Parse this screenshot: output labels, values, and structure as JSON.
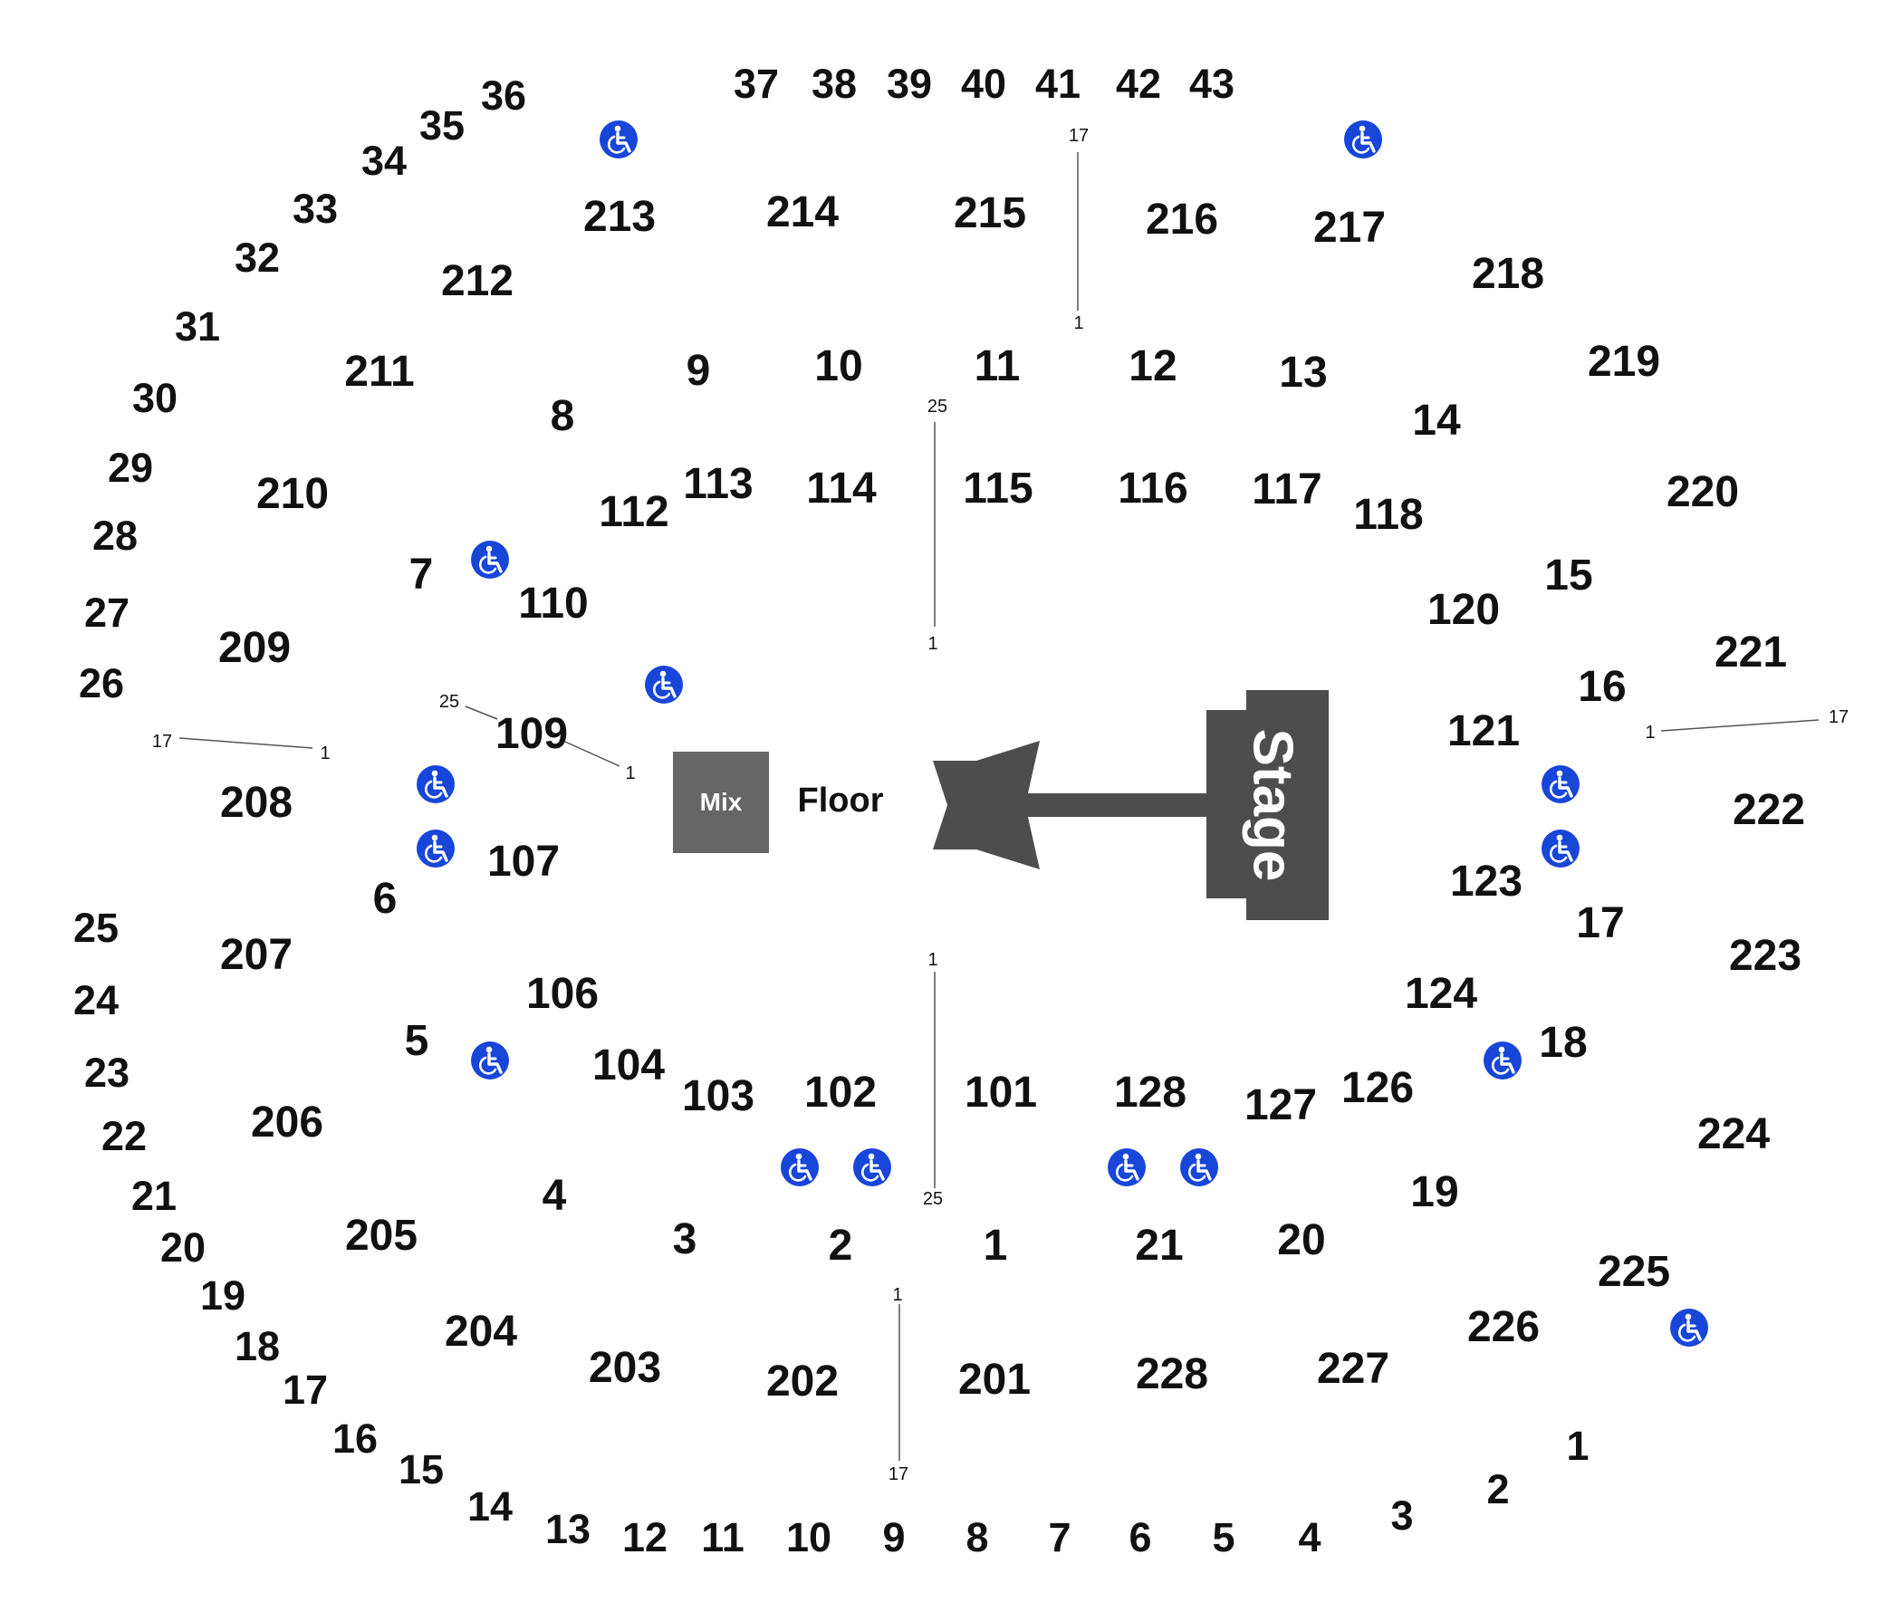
{
  "labels": {
    "stage": "Stage",
    "floor": "Floor",
    "mix": "Mix"
  },
  "colors": {
    "stage": "#4d4d4d",
    "mix": "#666666",
    "accessible": "#1846d8",
    "text": "#111111"
  },
  "icons": {
    "accessible": "wheelchair-icon"
  },
  "sections_200": [
    "201",
    "202",
    "203",
    "204",
    "205",
    "206",
    "207",
    "208",
    "209",
    "210",
    "211",
    "212",
    "213",
    "214",
    "215",
    "216",
    "217",
    "218",
    "219",
    "220",
    "221",
    "222",
    "223",
    "224",
    "225",
    "226",
    "227",
    "228"
  ],
  "sections_100": [
    "101",
    "102",
    "103",
    "104",
    "106",
    "107",
    "109",
    "110",
    "112",
    "113",
    "114",
    "115",
    "116",
    "117",
    "118",
    "120",
    "121",
    "123",
    "124",
    "126",
    "127",
    "128"
  ],
  "vomitory_numbers": [
    "1",
    "2",
    "3",
    "4",
    "5",
    "6",
    "7",
    "8",
    "9",
    "10",
    "11",
    "12",
    "13",
    "14",
    "15",
    "16",
    "17",
    "18",
    "19",
    "20",
    "21"
  ],
  "outer_rows_top_left": [
    "26",
    "27",
    "28",
    "29",
    "30",
    "31",
    "32",
    "33",
    "34",
    "35",
    "36"
  ],
  "outer_rows_top": [
    "37",
    "38",
    "39",
    "40",
    "41",
    "42",
    "43"
  ],
  "outer_rows_left": [
    "13",
    "14",
    "15",
    "16",
    "17",
    "18",
    "19",
    "20",
    "21",
    "22",
    "23",
    "24",
    "25"
  ],
  "outer_rows_bottom": [
    "1",
    "2",
    "3",
    "4",
    "5",
    "6",
    "7",
    "8",
    "9",
    "10",
    "11",
    "12"
  ],
  "seat_labels": {
    "top": [
      "17",
      "1"
    ],
    "upper_center": [
      "25",
      "1"
    ],
    "lower_center": [
      "1",
      "25"
    ],
    "bottom": [
      "1",
      "17"
    ],
    "left_outer": [
      "17",
      "1"
    ],
    "left_inner": [
      "25",
      "1"
    ],
    "right": [
      "1",
      "17"
    ]
  }
}
